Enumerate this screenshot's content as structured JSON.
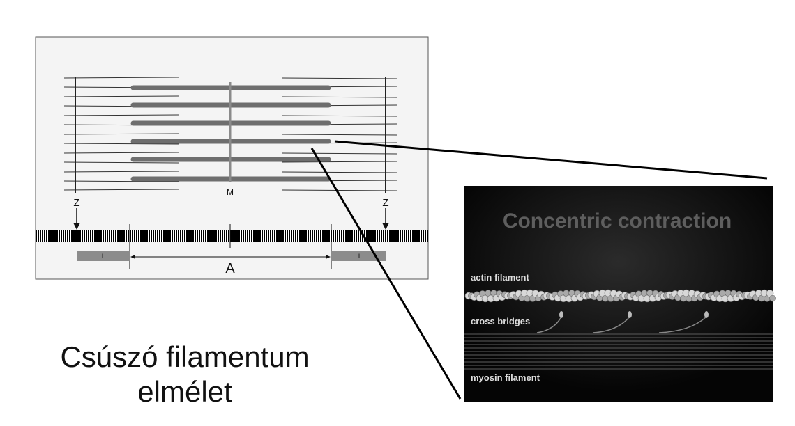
{
  "sarcomere": {
    "z_label": "Z",
    "m_label": "M",
    "a_band_label": "A",
    "i_band_label": "I"
  },
  "animation_panel": {
    "title": "Concentric contraction",
    "actin_label": "actin filament",
    "cross_bridges_label": "cross bridges",
    "myosin_label": "myosin filament"
  },
  "caption": {
    "line1": "Csúszó filamentum",
    "line2": "elmélet"
  },
  "colors": {
    "myosin": "#6e6e6e",
    "m_line": "#8a8a8a",
    "panel_bg": "#070707",
    "title_text": "#5e5e5e",
    "label_text": "#dddddd"
  }
}
